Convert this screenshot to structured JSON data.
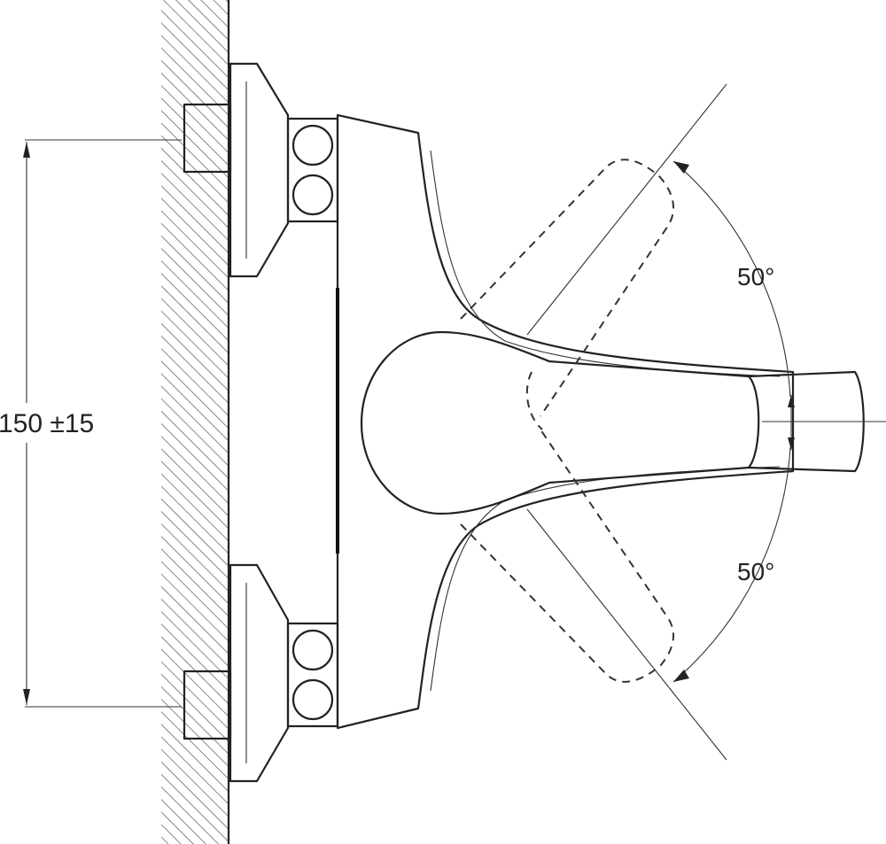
{
  "drawing": {
    "dimension_label": "150 ±15",
    "angle_upper_label": "50°",
    "angle_lower_label": "50°"
  },
  "colors": {
    "line": "#222222",
    "background": "#ffffff",
    "hatch": "#555555"
  }
}
